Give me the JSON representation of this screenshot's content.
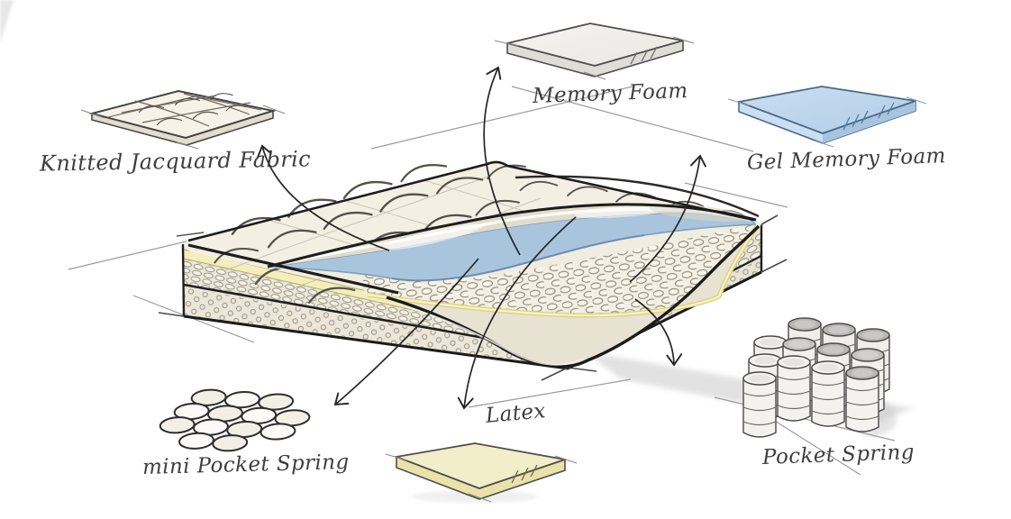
{
  "diagram": {
    "type": "mattress-layer-exploded-sketch",
    "background": "#ffffff",
    "ink_color": "#2a2a2a",
    "label_color": "#3e3e3e",
    "labels": {
      "knitted_jacquard_fabric": "Knitted Jacquard Fabric",
      "memory_foam": "Memory Foam",
      "gel_memory_foam": "Gel Memory Foam",
      "mini_pocket_spring": "mini Pocket Spring",
      "latex": "Latex",
      "pocket_spring": "Pocket Spring"
    },
    "colors": {
      "quilt_cream": "#f4efe3",
      "side_beige": "#ede7d9",
      "gel_layer_blue": "#a9c5dd",
      "gel_slab_blue": "#bcd3e9",
      "memory_slab_white": "#f2f1ed",
      "latex_yellow": "#f2edc6",
      "latex_stripe": "#f3eebc"
    }
  }
}
